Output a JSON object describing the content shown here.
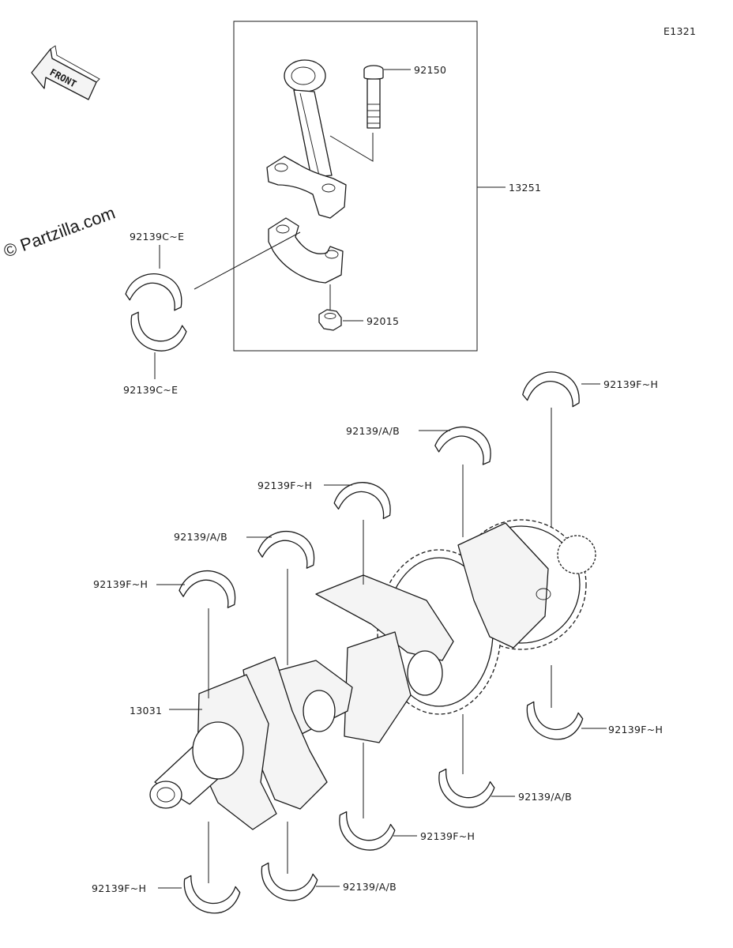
{
  "diagram_code": "E1321",
  "watermark": "© Partzilla.com",
  "front_label": "FRONT",
  "callouts": {
    "conrod_assembly": "13251",
    "conrod_bolt": "92150",
    "conrod_nut": "92015",
    "conrod_bearing_upper": "92139C~E",
    "conrod_bearing_lower": "92139C~E",
    "crankshaft": "13031",
    "main_bearing_top_1": "92139F~H",
    "main_bearing_top_2": "92139/A/B",
    "main_bearing_top_3": "92139F~H",
    "main_bearing_top_4": "92139/A/B",
    "main_bearing_top_5": "92139F~H",
    "main_bearing_bot_1": "92139F~H",
    "main_bearing_bot_2": "92139/A/B",
    "main_bearing_bot_3": "92139F~H",
    "main_bearing_bot_4": "92139/A/B",
    "main_bearing_bot_5": "92139F~H"
  },
  "colors": {
    "line": "#1a1a1a",
    "background": "#ffffff"
  }
}
